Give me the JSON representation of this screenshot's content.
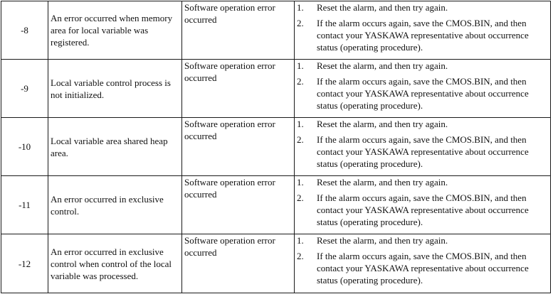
{
  "rows": [
    {
      "code": "-8",
      "description": "An error occurred when memory area for local variable was registered.",
      "cause": "Software operation error occurred",
      "steps": [
        {
          "num": "1.",
          "text": "Reset the alarm, and then try again."
        },
        {
          "num": "2.",
          "text": "If the alarm occurs again, save the CMOS.BIN, and then contact your YASKAWA representative about occurrence status (operating procedure)."
        }
      ]
    },
    {
      "code": "-9",
      "description": "Local variable control process is not initialized.",
      "cause": "Software operation error occurred",
      "steps": [
        {
          "num": "1.",
          "text": "Reset the alarm, and then try again."
        },
        {
          "num": "2.",
          "text": "If the alarm occurs again, save the CMOS.BIN, and then contact your YASKAWA representative about occurrence status (operating procedure)."
        }
      ]
    },
    {
      "code": "-10",
      "description": "Local variable area shared heap area.",
      "cause": "Software operation error occurred",
      "steps": [
        {
          "num": "1.",
          "text": "Reset the alarm, and then try again."
        },
        {
          "num": "2.",
          "text": "If the alarm occurs again, save the CMOS.BIN, and then contact your YASKAWA representative about occurrence status (operating procedure)."
        }
      ]
    },
    {
      "code": "-11",
      "description": "An error occurred in exclusive control.",
      "cause": "Software operation error occurred",
      "steps": [
        {
          "num": "1.",
          "text": "Reset the alarm, and then try again."
        },
        {
          "num": "2.",
          "text": "If the alarm occurs again, save the CMOS.BIN, and then contact your YASKAWA representative about occurrence status (operating procedure)."
        }
      ]
    },
    {
      "code": "-12",
      "description": "An error occurred in exclusive control when control of the local variable was processed.",
      "cause": "Software operation error occurred",
      "steps": [
        {
          "num": "1.",
          "text": "Reset the alarm, and then try again."
        },
        {
          "num": "2.",
          "text": "If the alarm occurs again, save the CMOS.BIN, and then contact your YASKAWA representative about occurrence status (operating procedure)."
        }
      ]
    }
  ]
}
